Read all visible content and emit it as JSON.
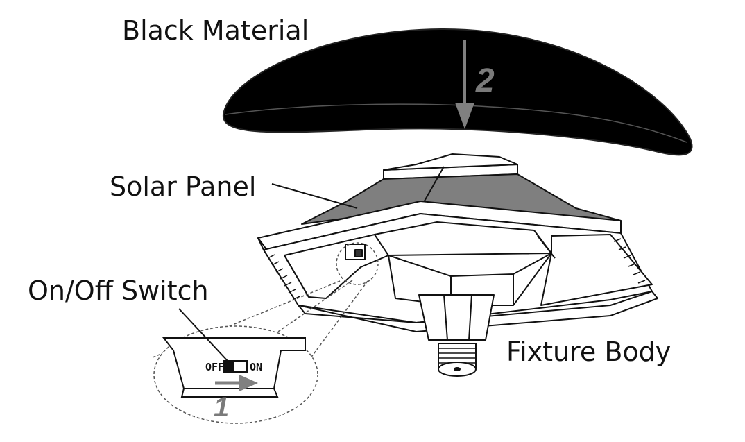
{
  "labels": {
    "black_material": "Black Material",
    "solar_panel": "Solar Panel",
    "on_off_switch": "On/Off Switch",
    "fixture_body": "Fixture Body"
  },
  "steps": {
    "step1": "1",
    "step2": "2"
  },
  "switch": {
    "off": "OFF",
    "on": "ON"
  },
  "colors": {
    "black_material": "#000000",
    "solar_panel": "#7f7f7f",
    "arrow": "#808080",
    "line": "#111111"
  }
}
